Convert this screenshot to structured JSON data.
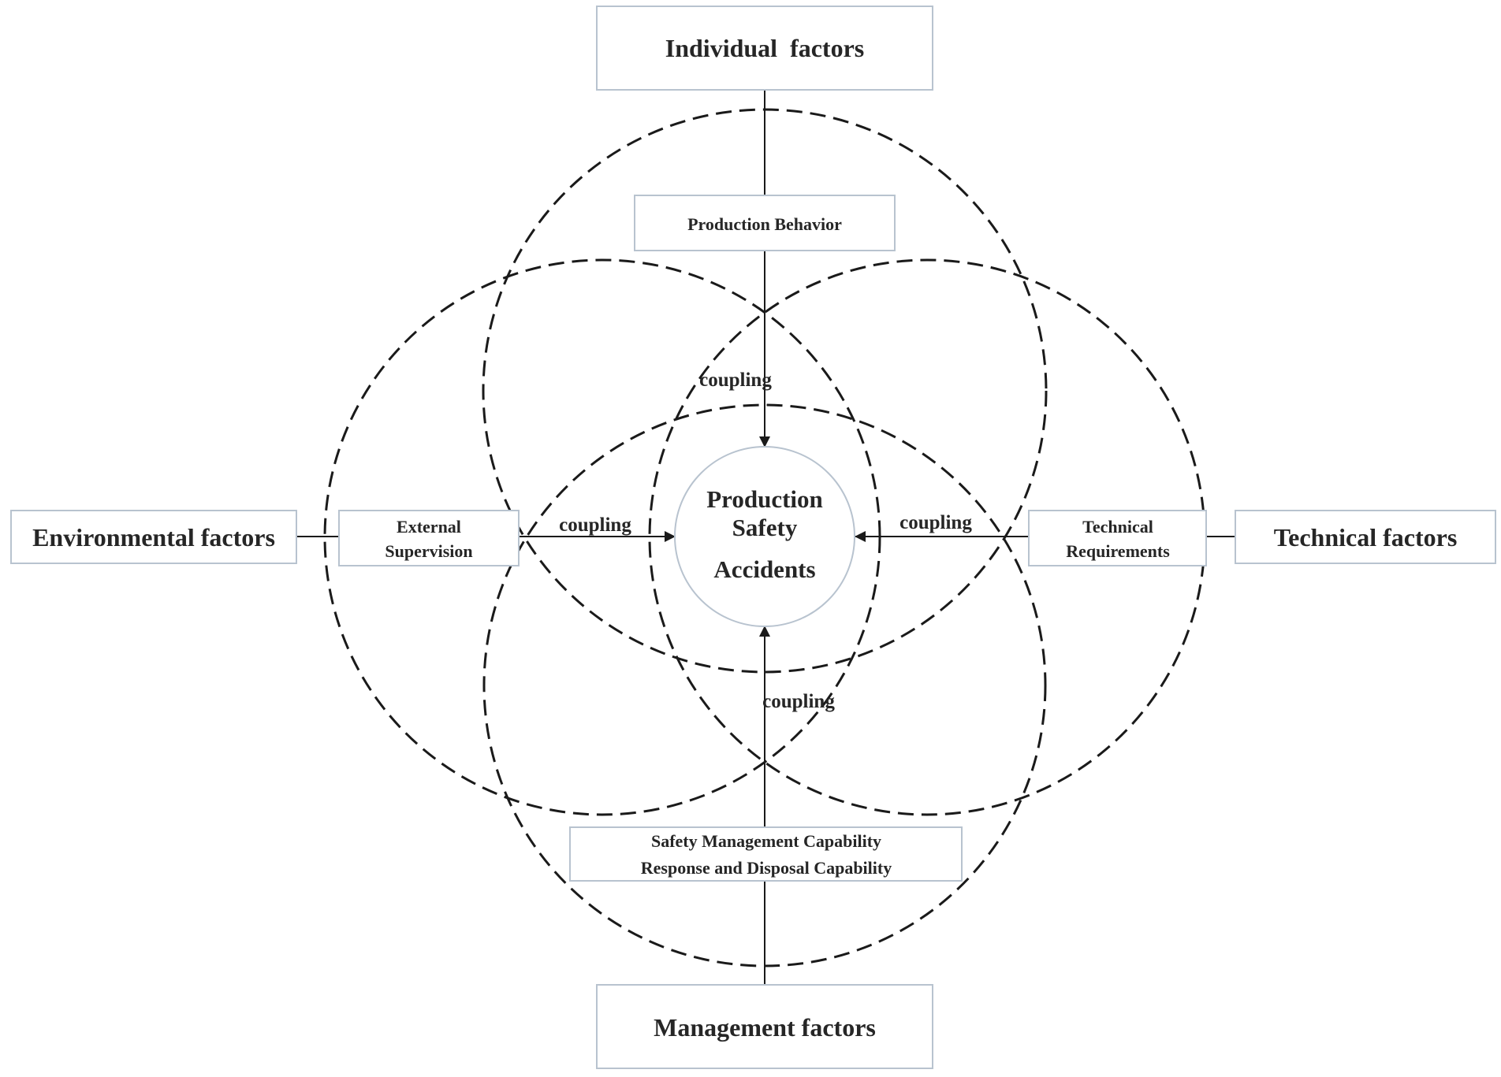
{
  "factors": {
    "individual": "Individual  factors",
    "environmental": "Environmental factors",
    "technical": "Technical factors",
    "management": "Management factors"
  },
  "sub_factors": {
    "production_behavior": "Production Behavior",
    "external_supervision": [
      "External",
      "Supervision"
    ],
    "technical_requirements": [
      "Technical",
      "Requirements"
    ],
    "management_capability": [
      "Safety Management Capability",
      "Response and Disposal Capability"
    ]
  },
  "coupling_labels": {
    "top": "coupling",
    "left": "coupling",
    "right": "coupling",
    "bottom": "coupling"
  },
  "center": {
    "lines": [
      "Production",
      "Safety",
      "Accidents"
    ]
  },
  "colors": {
    "box_border": "#b8c3cf",
    "line": "#1a1a1a",
    "text": "#262626"
  }
}
